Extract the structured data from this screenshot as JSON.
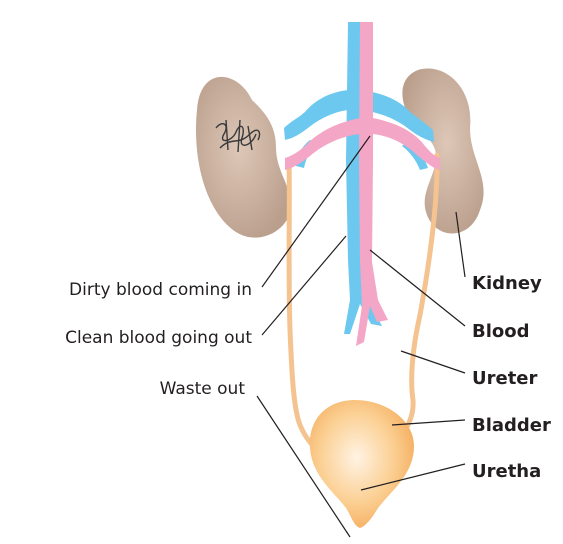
{
  "labels": {
    "left": {
      "dirty_in": "Dirty blood coming in",
      "clean_out": "Clean blood going out",
      "waste_out": "Waste out"
    },
    "right": {
      "kidney": "Kidney",
      "blood": "Blood",
      "ureter": "Ureter",
      "bladder": "Bladder",
      "uretha": "Uretha"
    }
  },
  "colors": {
    "kidney": "#c5aa98",
    "artery": "#f3a6c6",
    "vein": "#6cc8ee",
    "ureter": "#f4c38f",
    "bladder": "#f7b26a",
    "leader": "#231f20",
    "text": "#231f20"
  },
  "icons": {
    "scribble": "kidney-stone-scribble"
  }
}
